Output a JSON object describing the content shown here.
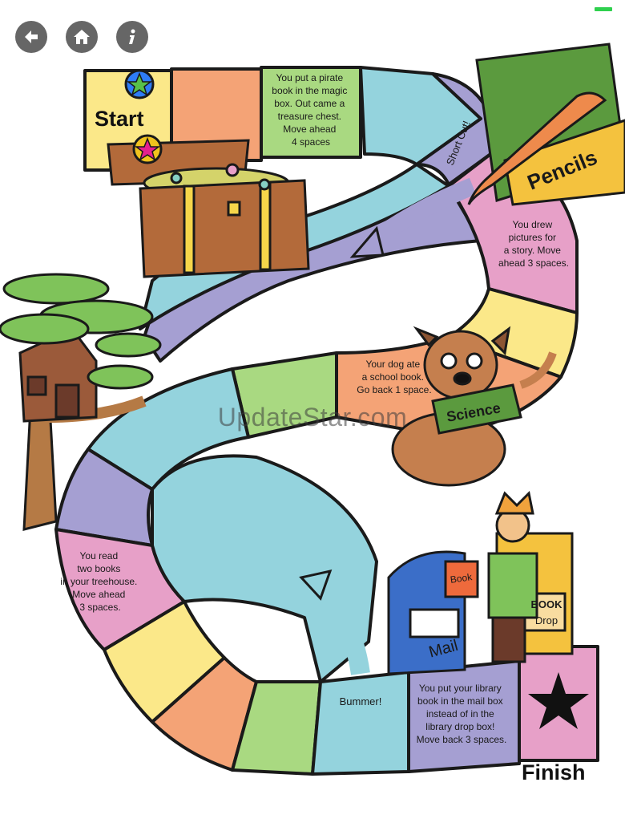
{
  "nav": {
    "back_icon": "back-arrow-icon",
    "home_icon": "home-icon",
    "info_icon": "info-icon"
  },
  "board": {
    "start_label": "Start",
    "finish_label": "Finish",
    "shortcut_label": "Short Cut!",
    "bummer_label": "Bummer!",
    "watermark": "UpdateStar.com",
    "pencils_box_label": "Pencils",
    "dog_book_label": "Science",
    "mailbox_label": "Mail",
    "book_label": "Book",
    "book_drop_label_1": "BOOK",
    "book_drop_label_2": "Drop",
    "space_pirate": [
      "You put a pirate",
      "book in the magic",
      "box. Out came a",
      "treasure chest.",
      "Move ahead",
      "4 spaces"
    ],
    "space_drew": [
      "You drew",
      "pictures for",
      "a story. Move",
      "ahead 3 spaces."
    ],
    "space_dog": [
      "Your dog ate",
      "a school book.",
      "Go back 1 space."
    ],
    "space_treehouse": [
      "You read",
      "two books",
      "in your treehouse.",
      "Move ahead",
      "3 spaces."
    ],
    "space_library": [
      "You put your library",
      "book in the mail box",
      "instead of in the",
      "library drop box!",
      "Move back 3 spaces."
    ]
  },
  "tokens": [
    {
      "name": "blue-player-token",
      "color": "#2e7cf6"
    },
    {
      "name": "magenta-player-token",
      "color": "#e5208f"
    }
  ],
  "colors": {
    "yellow": "#fbe889",
    "orange": "#f4a376",
    "green": "#a9d981",
    "blue": "#94d3dd",
    "purple": "#a59fd2",
    "pink": "#e7a0c8"
  }
}
